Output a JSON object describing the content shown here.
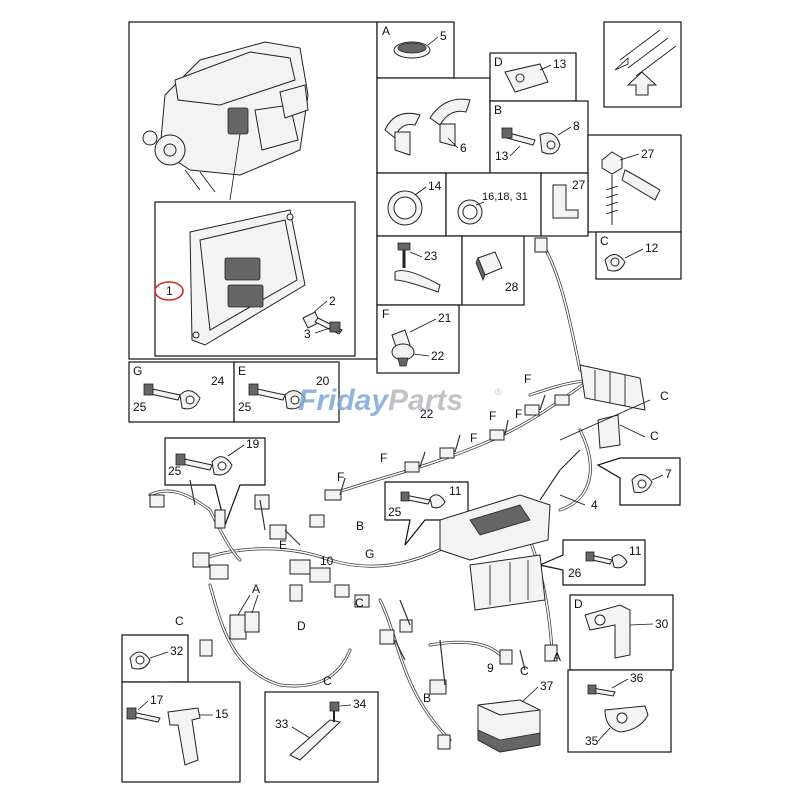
{
  "watermark": {
    "text_a": "Friday",
    "text_b": "Parts",
    "reg": "®",
    "color_a": "#7fa8d6",
    "color_b": "#b5b9bf"
  },
  "highlight_color": "#d62828",
  "boxes": {
    "A": {
      "letter": "A",
      "parts": [
        "5",
        "6"
      ]
    },
    "D": {
      "letter": "D",
      "parts": [
        "13"
      ]
    },
    "B": {
      "letter": "B",
      "parts": [
        "13",
        "8"
      ]
    },
    "C": {
      "letter": "C",
      "parts": [
        "12"
      ]
    },
    "F": {
      "letter": "F",
      "parts": [
        "21",
        "22"
      ]
    },
    "G": {
      "letter": "G",
      "parts": [
        "25",
        "24"
      ]
    },
    "E": {
      "letter": "E",
      "parts": [
        "25",
        "20"
      ]
    },
    "D2": {
      "letter": "D",
      "parts": [
        "30"
      ]
    }
  },
  "callouts": {
    "n1": "1",
    "n2": "2",
    "n3": "3",
    "n14": "14",
    "n16": "16,18, 31",
    "n27a": "27",
    "n27b": "27",
    "n23": "23",
    "n28": "28",
    "n19": "19",
    "n25a": "25",
    "n11a": "11",
    "n25b": "25",
    "n11b": "11",
    "n26": "26",
    "n7": "7",
    "n4": "4",
    "n10": "10",
    "n9": "9",
    "n37": "37",
    "n32": "32",
    "n17": "17",
    "n15": "15",
    "n33": "33",
    "n34": "34",
    "n36": "36",
    "n35": "35"
  },
  "harness_letters": {
    "f1": "F",
    "f2": "F",
    "f3": "F",
    "f4": "F",
    "f5": "F",
    "f6": "F",
    "c1": "C",
    "c2": "C",
    "c3": "C",
    "c4": "C",
    "c5": "C",
    "c6": "C",
    "b1": "B",
    "b2": "B",
    "e1": "E",
    "g1": "G",
    "a1": "A",
    "a2": "A",
    "d1": "D",
    "n22": "22"
  }
}
